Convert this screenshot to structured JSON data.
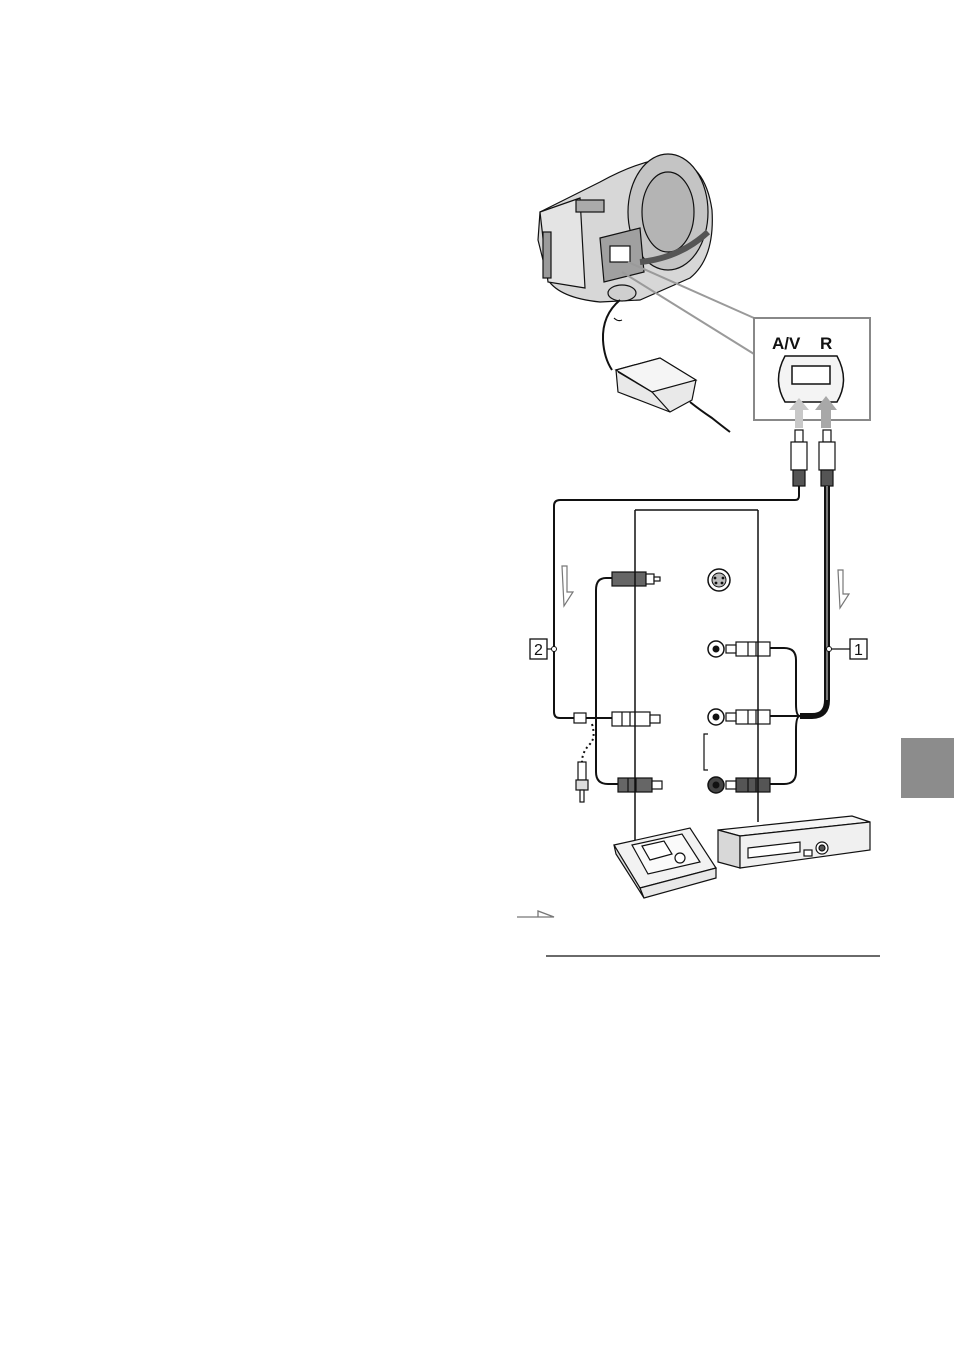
{
  "connector": {
    "label_av": "A/V",
    "label_r": "R"
  },
  "cables": {
    "cable_1": "1",
    "cable_2": "2"
  },
  "colors": {
    "side_tab": "#8c8c8c",
    "line": "#111111",
    "device_fill": "#f2f2f2"
  }
}
